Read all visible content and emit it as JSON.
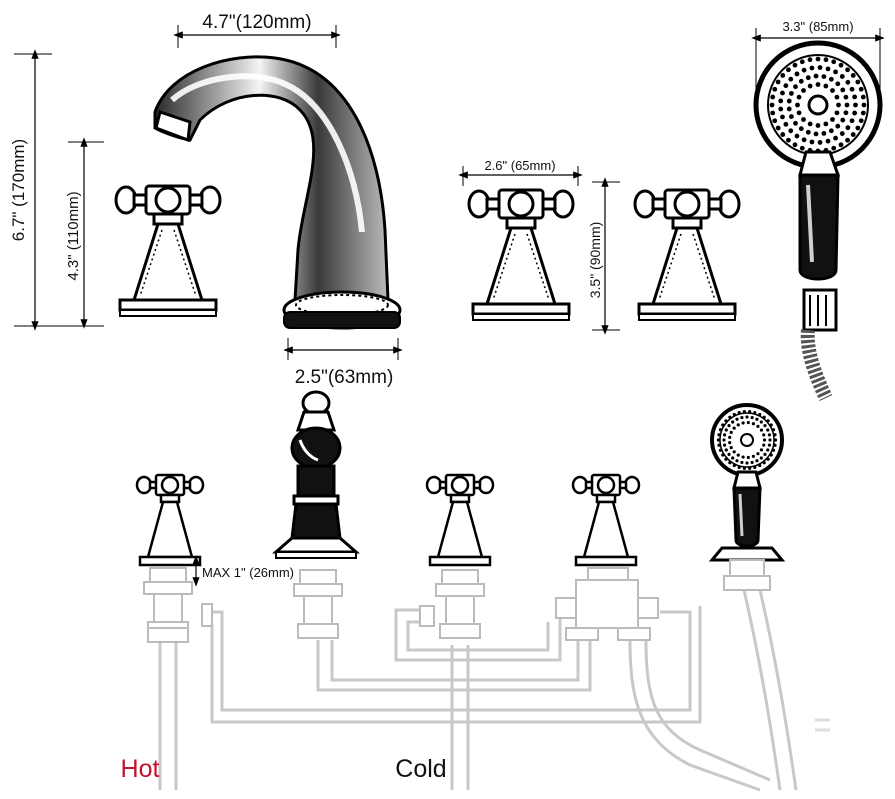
{
  "dimensions": {
    "spout_reach": "4.7\"(120mm)",
    "spout_height": "6.7\" (170mm)",
    "handle_height": "4.3\" (110mm)",
    "spout_base": "2.5\"(63mm)",
    "handle_width": "2.6\" (65mm)",
    "valve_height": "3.5\" (90mm)",
    "shower_head_diameter": "3.3\" (85mm)",
    "max_deck": "MAX 1\" (26mm)"
  },
  "labels": {
    "hot": "Hot",
    "cold": "Cold"
  },
  "colors": {
    "hot": "#c8102e",
    "cold": "#111111",
    "line": "#000000",
    "pipe": "#bdbdbd",
    "chrome_dark": "#1a1a1a"
  }
}
